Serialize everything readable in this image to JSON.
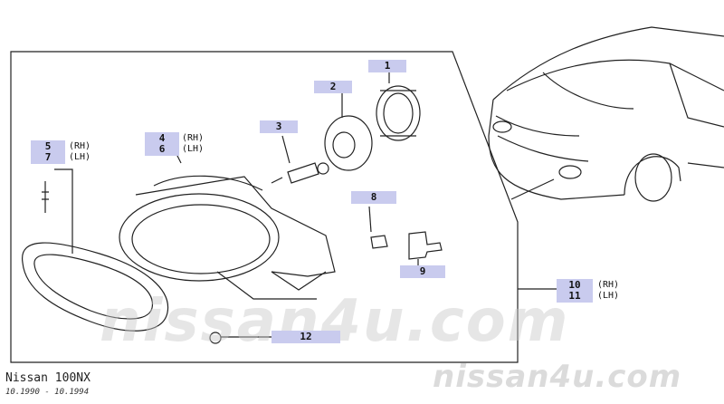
{
  "callouts": [
    {
      "id": "c1",
      "num": "1"
    },
    {
      "id": "c2",
      "num": "2"
    },
    {
      "id": "c3",
      "num": "3"
    },
    {
      "id": "c4",
      "num": "4",
      "second": "6",
      "rh": "(RH)",
      "lh": "(LH)"
    },
    {
      "id": "c5",
      "num": "5",
      "second": "7",
      "rh": "(RH)",
      "lh": "(LH)"
    },
    {
      "id": "c8",
      "num": "8"
    },
    {
      "id": "c9",
      "num": "9"
    },
    {
      "id": "c10",
      "num": "10",
      "second": "11",
      "rh": "(RH)",
      "lh": "(LH)"
    },
    {
      "id": "c12",
      "num": "12"
    }
  ],
  "watermark": "nissan4u.com",
  "footer": {
    "model": "Nissan 100NX",
    "range": "10.1990 - 10.1994"
  },
  "colors": {
    "callout_bg": "#c9cbee",
    "line": "#222222"
  }
}
